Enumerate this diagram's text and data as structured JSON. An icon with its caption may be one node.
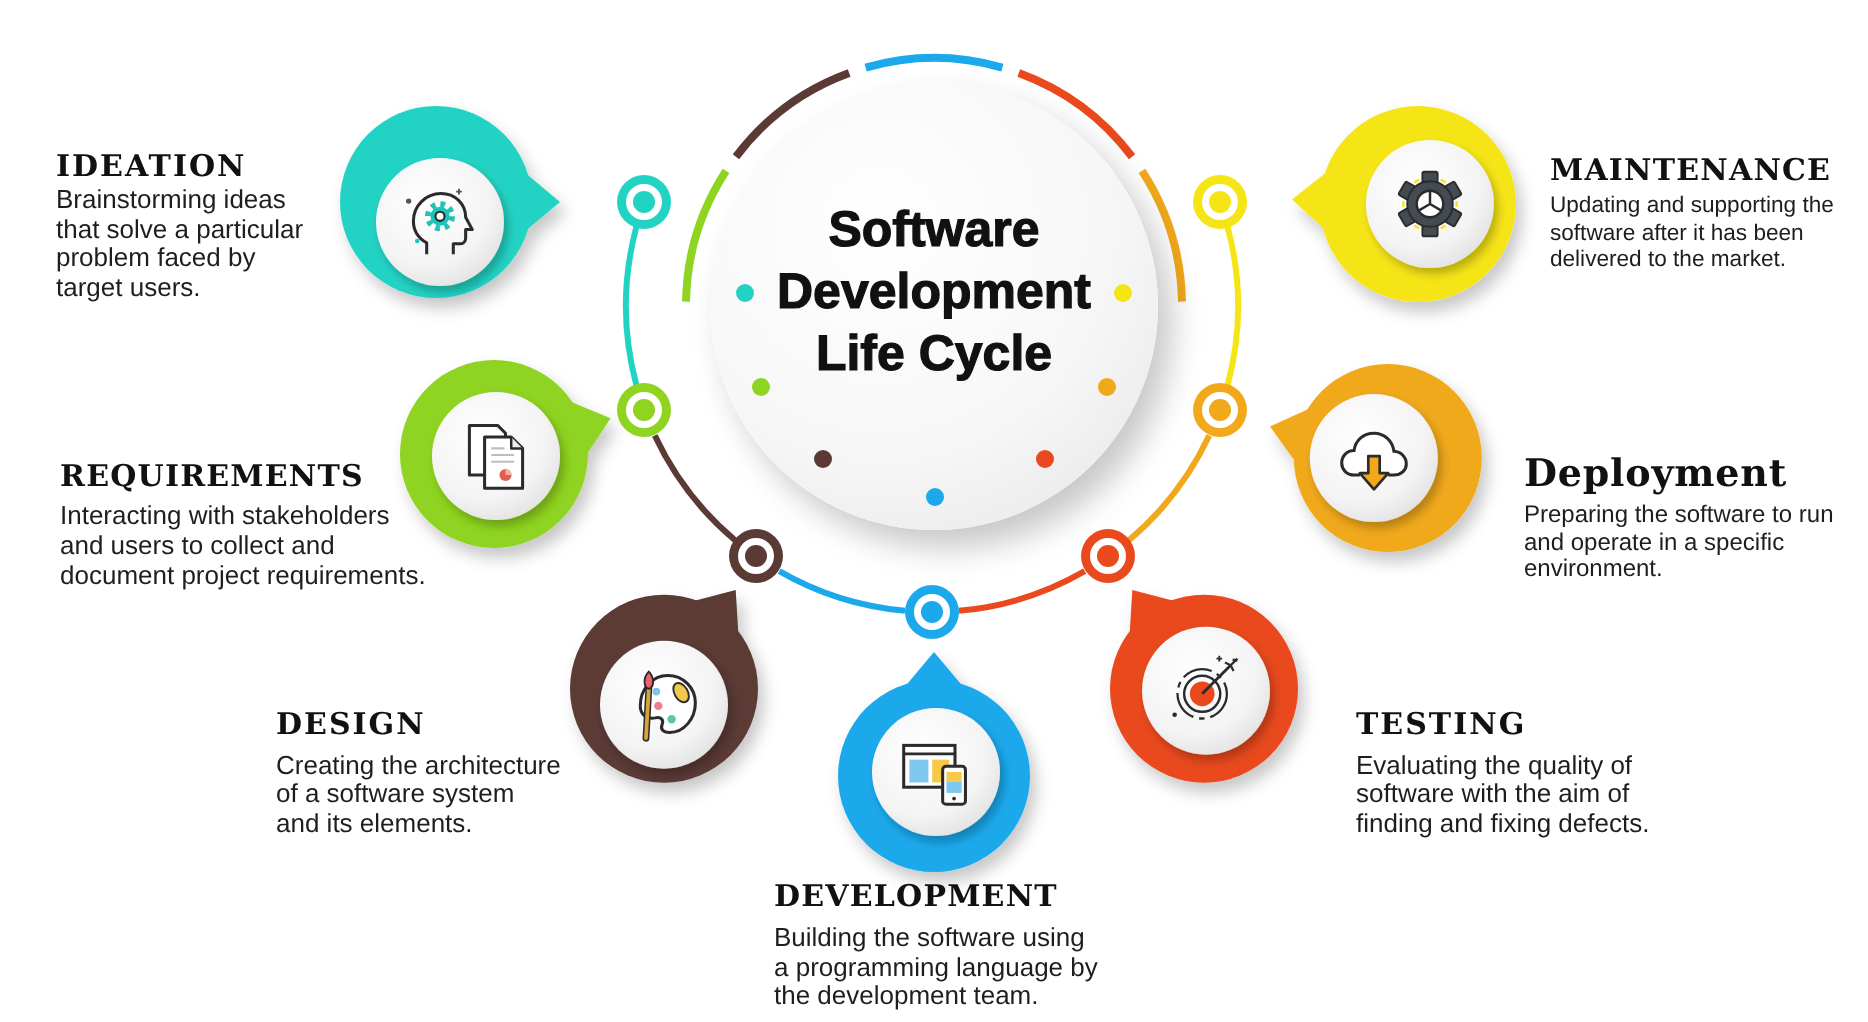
{
  "diagram": {
    "nodes": [
      {
        "text": [
          "Software Development Life Cycle"
        ]
      },
      {
        "text": [
          "IDEATION",
          "Brainstorming ideas that solve a particular problem faced by target users."
        ]
      },
      {
        "text": [
          "REQUIREMENTS",
          "Interacting with stakeholders and users to collect and document project requirements."
        ]
      },
      {
        "text": [
          "DESIGN",
          "Creating the architecture of a software system and its elements."
        ]
      },
      {
        "text": [
          "DEVELOPMENT",
          "Building the software using a programming language by the development team."
        ]
      },
      {
        "text": [
          "TESTING",
          "Evaluating the quality of software with the aim of finding and fixing defects."
        ]
      },
      {
        "text": [
          "Deployment",
          "Preparing the software to run and operate in a specific environment."
        ]
      },
      {
        "text": [
          "MAINTENANCE",
          "Updating and supporting the software after it has been delivered to the market."
        ]
      },
      {
        "text": [],
        "shape": "circle"
      },
      {
        "text": [],
        "shape": "circle"
      },
      {
        "text": [],
        "shape": "circle"
      },
      {
        "text": [],
        "shape": "circle"
      },
      {
        "text": [],
        "shape": "circle"
      },
      {
        "text": [],
        "shape": "circle"
      },
      {
        "text": [],
        "shape": "circle"
      }
    ],
    "edges": [
      {
        "from": 8,
        "to": 9,
        "arrow": "none",
        "color": "#22d3c4"
      },
      {
        "from": 9,
        "to": 10,
        "arrow": "none",
        "color": "#5b3a36"
      },
      {
        "from": 10,
        "to": 11,
        "arrow": "none",
        "color": "#1ba9ec"
      },
      {
        "from": 11,
        "to": 12,
        "arrow": "none",
        "color": "#e9491d"
      },
      {
        "from": 12,
        "to": 14,
        "arrow": "none",
        "color": "#f1a91b"
      },
      {
        "from": 14,
        "to": 13,
        "arrow": "none",
        "color": "#f6e515"
      }
    ]
  }
}
